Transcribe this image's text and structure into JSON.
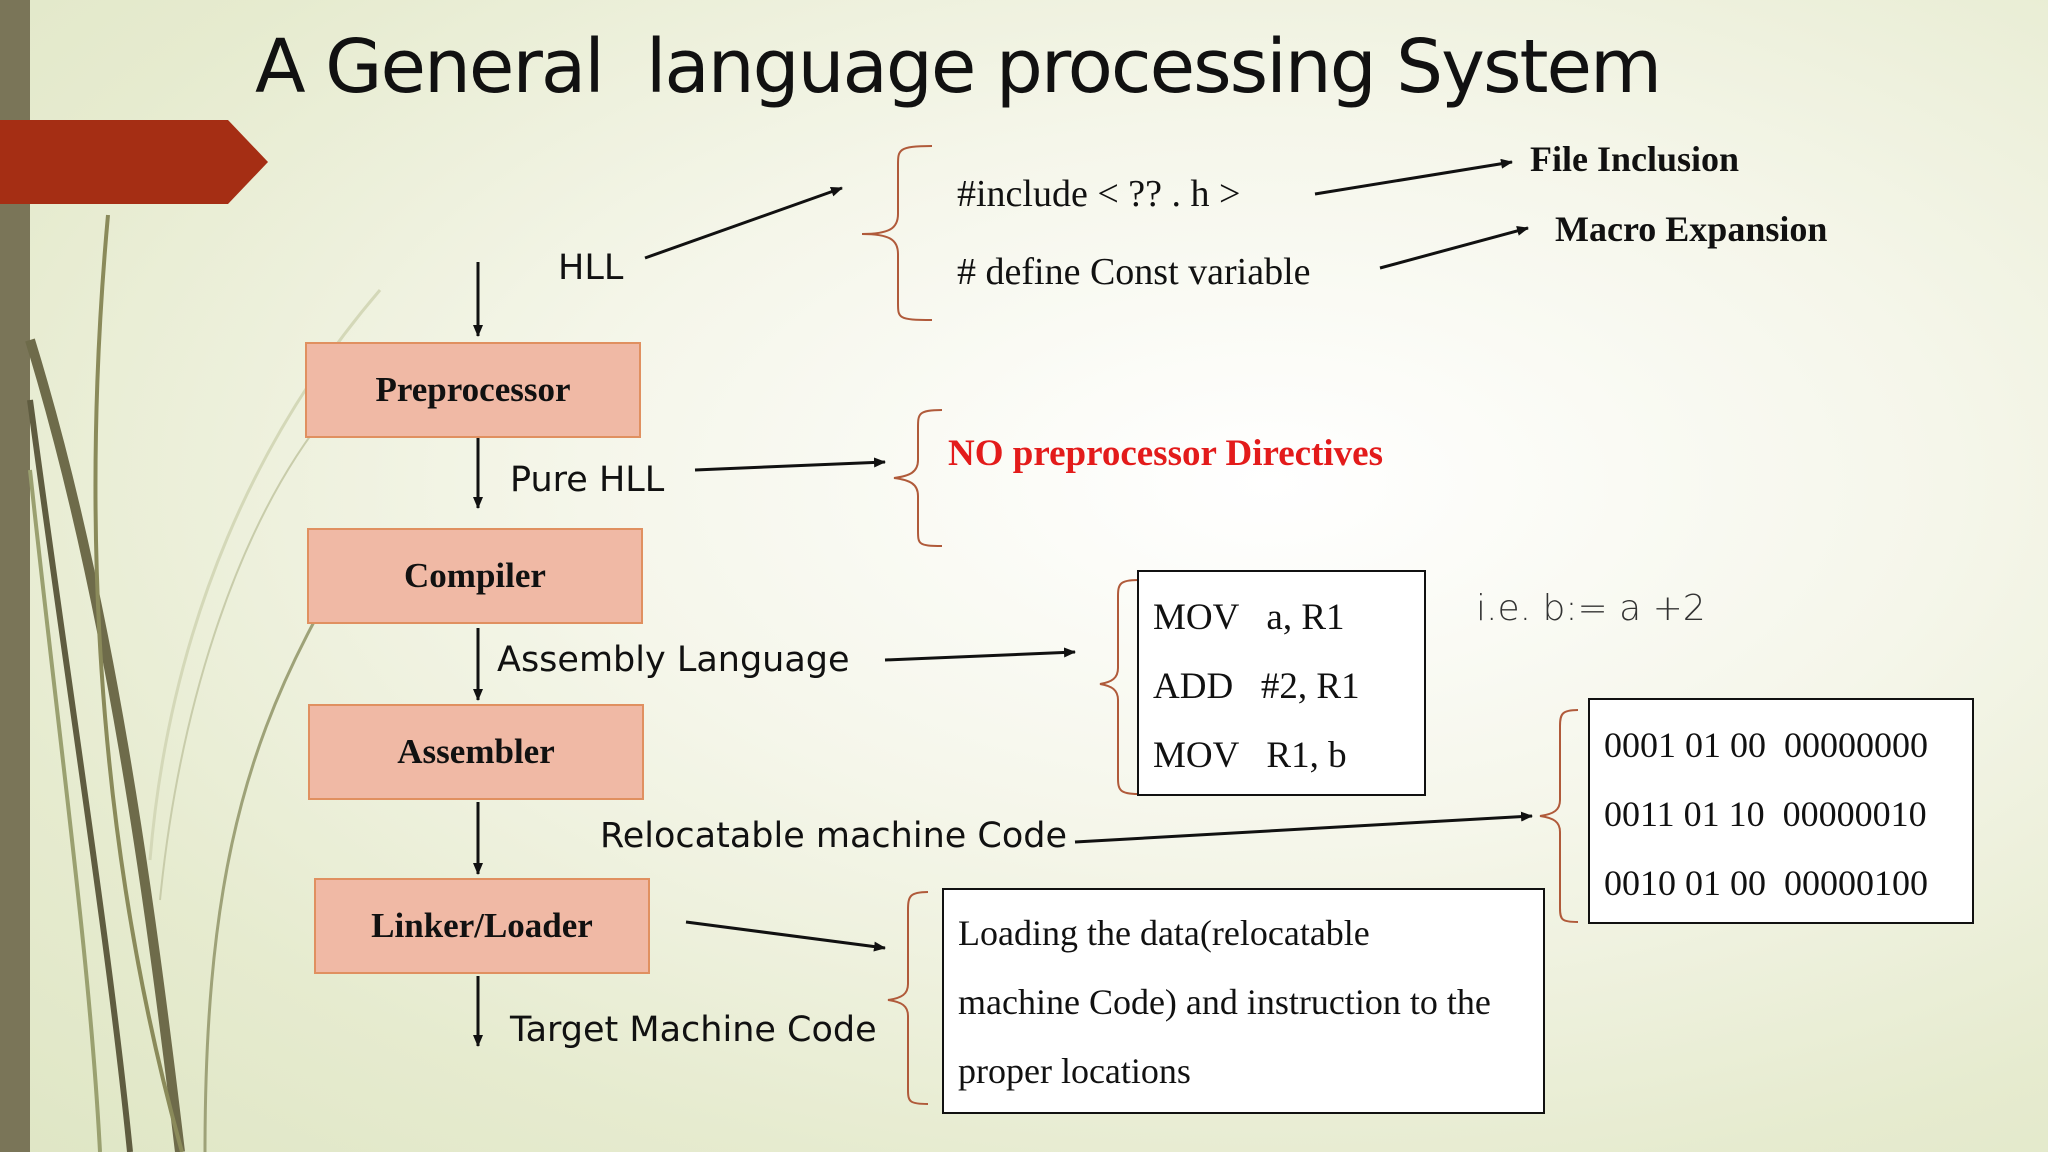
{
  "title": "A General  language processing System",
  "stages": {
    "preprocessor": "Preprocessor",
    "compiler": "Compiler",
    "assembler": "Assembler",
    "linker_loader": "Linker/Loader"
  },
  "flow_labels": {
    "hll": "HLL",
    "pure_hll": "Pure HLL",
    "assembly_language": "Assembly Language",
    "relocatable_code": "Relocatable machine Code",
    "target_code": "Target Machine Code"
  },
  "directives": {
    "include": "#include < ?? . h >",
    "define": "# define Const variable",
    "file_inclusion": "File Inclusion",
    "macro_expansion": "Macro Expansion"
  },
  "no_directives": "NO preprocessor Directives",
  "assembly_code": [
    "MOV   a, R1",
    "ADD   #2, R1",
    "MOV   R1, b"
  ],
  "example_note": "i.e. b:= a +2",
  "machine_code": [
    "0001 01 00  00000000",
    "0011 01 10  00000010",
    "0010 01 00  00000100"
  ],
  "loader_note": [
    "Loading the data(relocatable",
    "machine Code) and instruction to the",
    "proper locations"
  ],
  "colors": {
    "stage_fill": "#f0b9a5",
    "stage_border": "#e09060",
    "accent_tab": "#a52e14",
    "side_bar": "#7a7558",
    "red_text": "#e31b1b"
  }
}
